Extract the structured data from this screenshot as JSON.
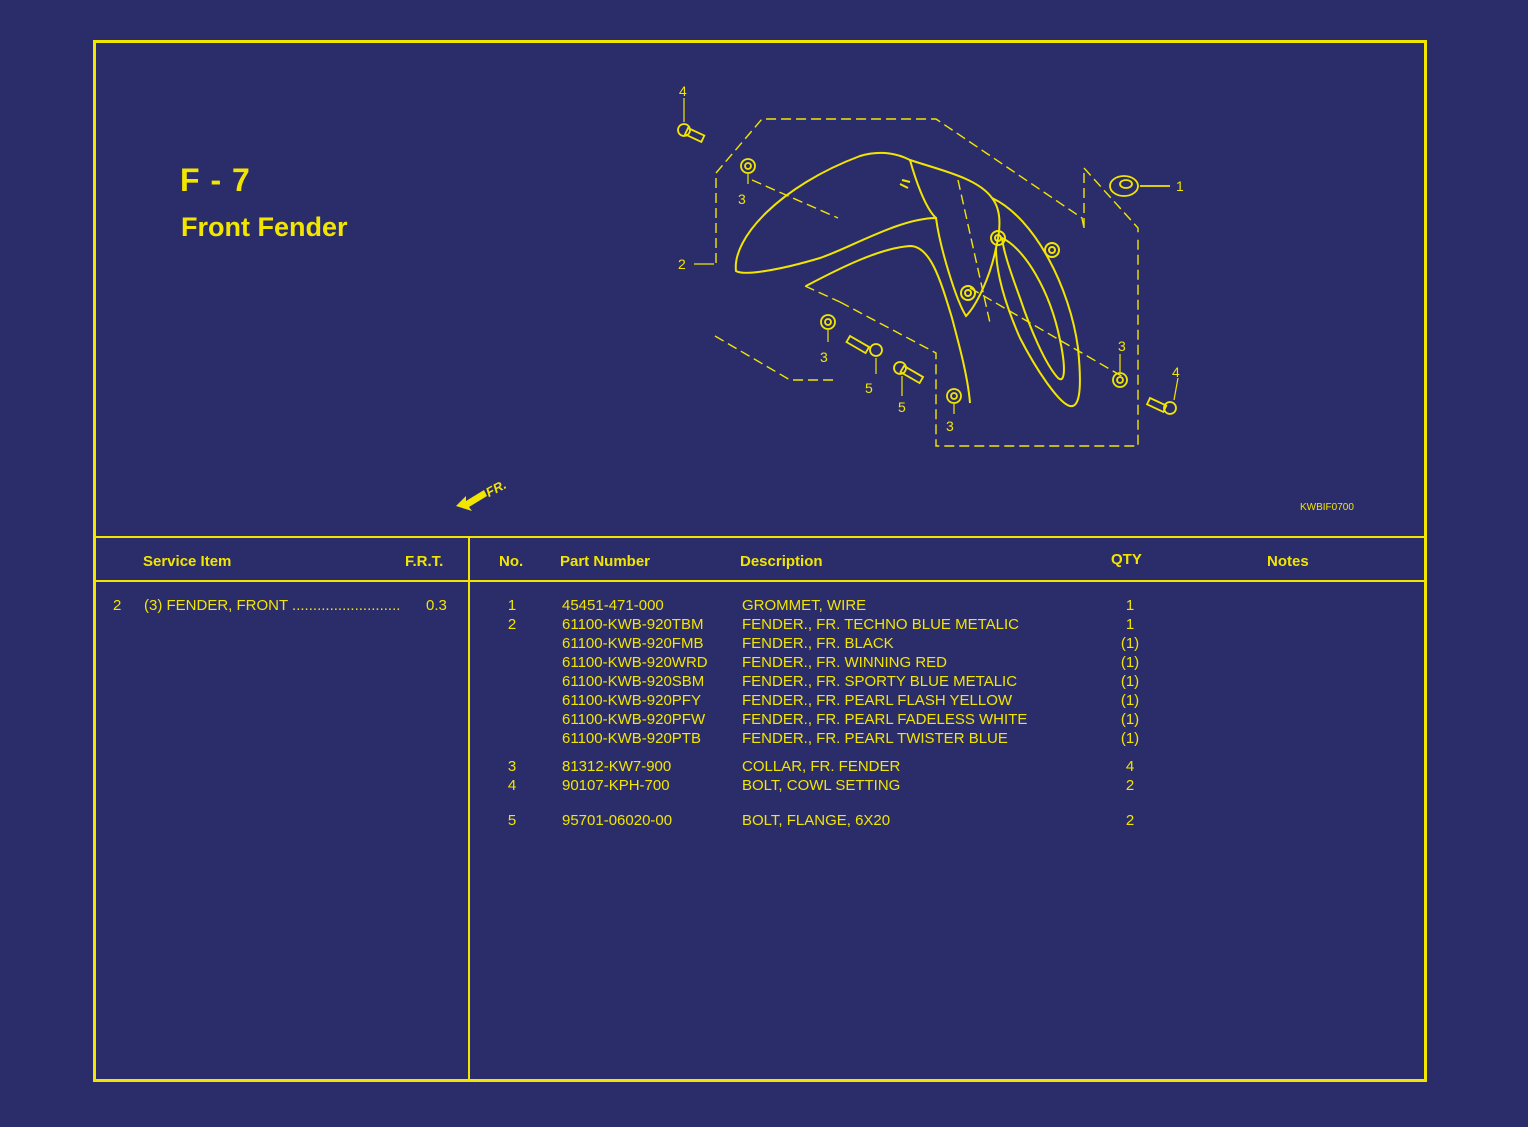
{
  "header": {
    "code": "F - 7",
    "title": "Front Fender",
    "figure_id": "KWBIF0700",
    "fr_label": "FR."
  },
  "diagram_callouts": {
    "c1": "1",
    "c2": "2",
    "c3a": "3",
    "c3b": "3",
    "c3c": "3",
    "c3d": "3",
    "c4a": "4",
    "c4b": "4",
    "c5a": "5",
    "c5b": "5"
  },
  "table_headers": {
    "service_item": "Service Item",
    "frt": "F.R.T.",
    "no": "No.",
    "part_number": "Part Number",
    "description": "Description",
    "qty": "QTY",
    "notes": "Notes"
  },
  "service_items": [
    {
      "ref": "2",
      "name": "(3)  FENDER, FRONT ..........................",
      "frt": "0.3"
    }
  ],
  "parts": [
    {
      "no": "1",
      "part_number": "45451-471-000",
      "description": "GROMMET, WIRE",
      "qty": "1"
    },
    {
      "no": "2",
      "part_number": "61100-KWB-920TBM",
      "description": "FENDER., FR. TECHNO BLUE METALIC",
      "qty": "1"
    },
    {
      "no": "",
      "part_number": "61100-KWB-920FMB",
      "description": "FENDER., FR. BLACK",
      "qty": "(1)"
    },
    {
      "no": "",
      "part_number": "61100-KWB-920WRD",
      "description": "FENDER., FR. WINNING RED",
      "qty": "(1)"
    },
    {
      "no": "",
      "part_number": "61100-KWB-920SBM",
      "description": "FENDER., FR. SPORTY BLUE METALIC",
      "qty": "(1)"
    },
    {
      "no": "",
      "part_number": "61100-KWB-920PFY",
      "description": "FENDER., FR. PEARL FLASH YELLOW",
      "qty": "(1)"
    },
    {
      "no": "",
      "part_number": "61100-KWB-920PFW",
      "description": "FENDER., FR. PEARL FADELESS WHITE",
      "qty": "(1)"
    },
    {
      "no": "",
      "part_number": "61100-KWB-920PTB",
      "description": "FENDER., FR. PEARL TWISTER BLUE",
      "qty": "(1)"
    },
    {
      "no": "3",
      "part_number": "81312-KW7-900",
      "description": "COLLAR, FR. FENDER",
      "qty": "4"
    },
    {
      "no": "4",
      "part_number": "90107-KPH-700",
      "description": "BOLT, COWL SETTING",
      "qty": "2"
    },
    {
      "no": "5",
      "part_number": "95701-06020-00",
      "description": "BOLT, FLANGE, 6X20",
      "qty": "2"
    }
  ],
  "colors": {
    "background": "#2b2d6b",
    "line": "#f2e600"
  }
}
